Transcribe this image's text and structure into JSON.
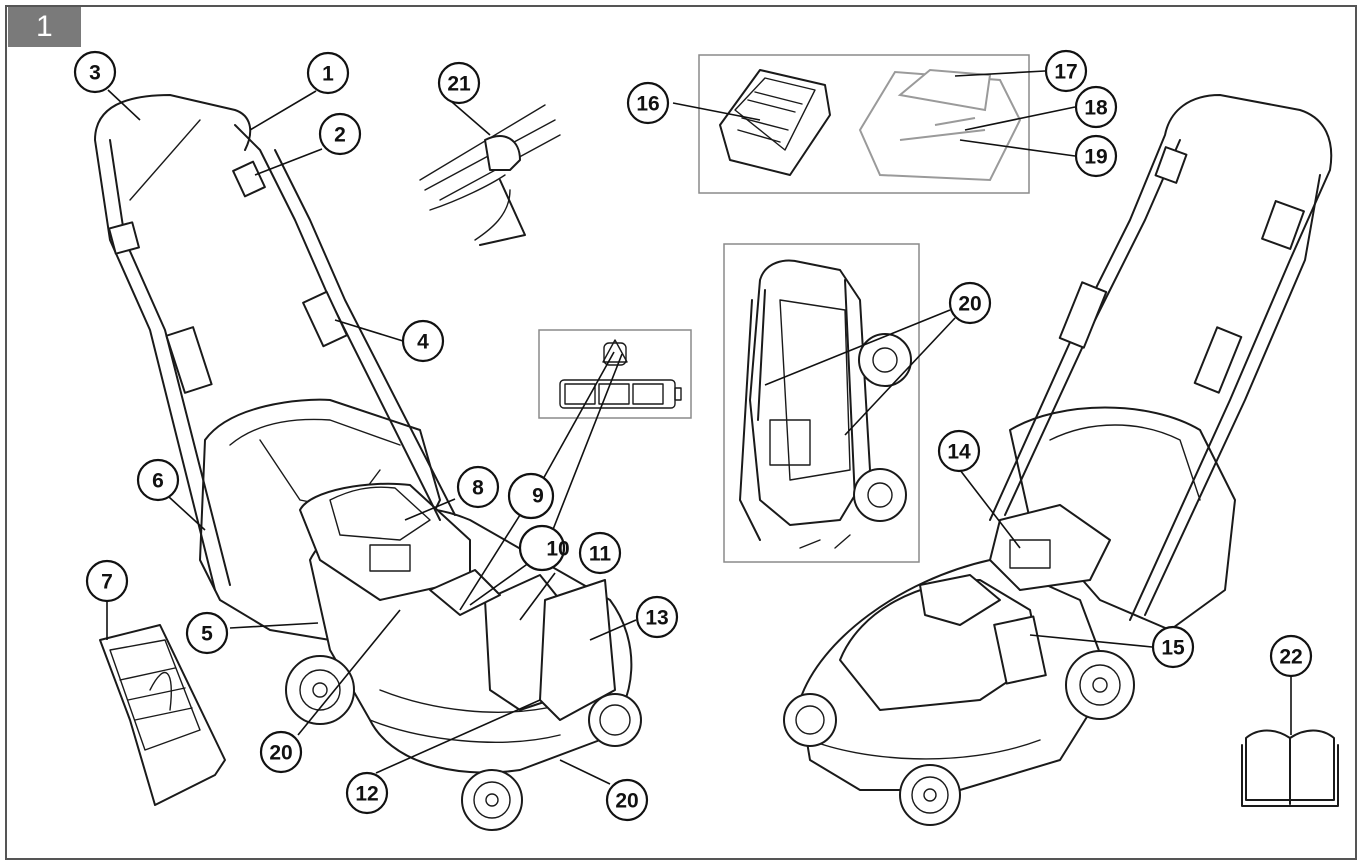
{
  "figure": {
    "number": "1"
  },
  "callouts": [
    {
      "label": "1",
      "part": "callout-1"
    },
    {
      "label": "2",
      "part": "callout-2"
    },
    {
      "label": "3",
      "part": "callout-3"
    },
    {
      "label": "4",
      "part": "callout-4"
    },
    {
      "label": "5",
      "part": "callout-5"
    },
    {
      "label": "6",
      "part": "callout-6"
    },
    {
      "label": "7",
      "part": "callout-7"
    },
    {
      "label": "8",
      "part": "callout-8"
    },
    {
      "label": "9",
      "part": "callout-9"
    },
    {
      "label": "10",
      "part": "callout-10"
    },
    {
      "label": "11",
      "part": "callout-11"
    },
    {
      "label": "12",
      "part": "callout-12"
    },
    {
      "label": "13",
      "part": "callout-13"
    },
    {
      "label": "14",
      "part": "callout-14"
    },
    {
      "label": "15",
      "part": "callout-15"
    },
    {
      "label": "16",
      "part": "callout-16"
    },
    {
      "label": "17",
      "part": "callout-17"
    },
    {
      "label": "18",
      "part": "callout-18"
    },
    {
      "label": "19",
      "part": "callout-19"
    },
    {
      "label": "20",
      "part": "callout-20"
    },
    {
      "label": "21",
      "part": "callout-21"
    },
    {
      "label": "22",
      "part": "callout-22"
    }
  ]
}
